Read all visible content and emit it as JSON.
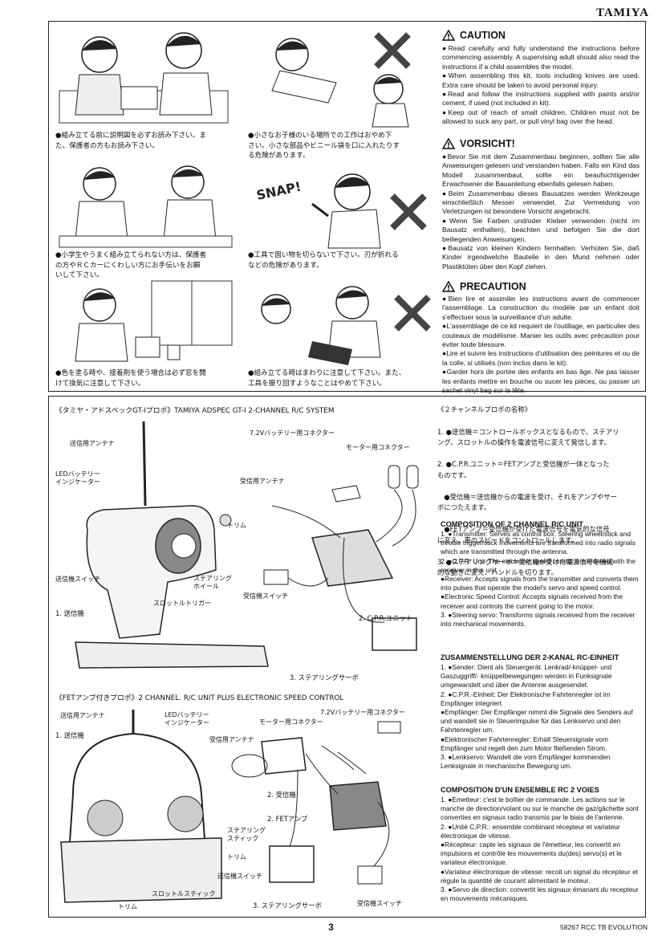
{
  "brand": "TAMIYA",
  "captions_jp": [
    "●組み立てる前に説明図を必ずお読み下さい。ま\nた、保護者の方もお読み下さい。",
    "●小さなお子様のいる場所での工作はおやめ下\nさい。小さな部品やビニール袋を口に入れたりす\nる危険があります。",
    "●小学生やうまく組み立てられない方は、保護者\nの方やＲＣカーにくわしい方にお手伝いをお願\nいして下さい。",
    "●工具で固い物を切らないで下さい。刃が折れる\nなどの危険があります。",
    "●色を塗る時や、接着剤を使う場合は必ず窓を開\nけて換気に注意して下さい。",
    "●組み立てる時はまわりに注意して下さい。また、\n工具を振り回すようなことはやめて下さい。"
  ],
  "snap": "SNAP!",
  "warnings": [
    {
      "title": "CAUTION",
      "items": [
        "Read carefully and fully understand the instructions before commencing assembly. A supervising adult should also read the instructions if a child assembles the model.",
        "When assembling this kit, tools including knives are used. Extra care should be taken to avoid personal injury.",
        "Read and follow the instructions supplied with paints and/or cement, if used (not included in kit).",
        "Keep out of reach of small children. Children must not be allowed to suck any part, or pull vinyl bag over the head."
      ]
    },
    {
      "title": "VORSICHT!",
      "items": [
        "Bevor Sie mit dem Zusammenbau beginnen, sollten Sie alle Anweisungen gelesen und verstanden haben. Falls ein Kind das Modell zusammenbaut, sollte ein beaufsichtigender Erwachsener die Bauanleitung ebenfalls gelesen haben.",
        "Beim Zusammenbau dieses Bausatzes werden Werkzeuge einschließlich Messer verwendet. Zur Vermeidung von Verletzungen ist besondere Vorsicht angebracht.",
        "Wenn Sie Farben und/oder Kleber verwenden (nicht im Bausatz enthalten), beachten und befolgen Sie die dort beiliegenden Anweisungen.",
        "Bausatz von kleinen Kindern fernhalten. Verhüten Sie, daß Kinder irgendwelche Bauteile in den Mund nehmen oder Plastiktüten über den Kopf ziehen."
      ]
    },
    {
      "title": "PRECAUTION",
      "items": [
        "Bien lire et assimiler les instructions avant de commencer l'assemblage. La construction du modèle par un enfant doit s'effectuer sous la surveillance d'un adulte.",
        "L'assemblage de ce kit requiert de l'outillage, en particulier des couteaux de modélisme. Manier les outils avec précaution pour éviter toute blessure.",
        "Lire et suivre les instructions d'utilisation des peintures et ou de la colle, si utilisés (non inclus dans le kit).",
        "Garder hors de portée des enfants en bas âge. Ne pas laisser les enfants mettre en bouche ou sucer les pièces, ou passer un sachet vinyl bag sur la tête."
      ]
    }
  ],
  "system1": {
    "title": "《タミヤ・アドスペックGT-Iプロポ》TAMIYA ADSPEC GT-I 2-CHANNEL R/C SYSTEM",
    "labels": {
      "antenna_tx": "送信用アンテナ",
      "led": "LEDバッテリー\nインジケーター",
      "trim": "トリム",
      "tx_switch": "送信機スイッチ",
      "steering_wheel": "ステアリング\nホイール",
      "throttle_trigger": "スロットルトリガー",
      "transmitter": "1. 送信機",
      "battery_connector": "7.2Vバッテリー用コネクター",
      "motor_connector": "モーター用コネクター",
      "rx_antenna": "受信用アンテナ",
      "rx_switch": "受信機スイッチ",
      "cpr_unit": "2. C.P.R.ユニット",
      "servo": "3. ステアリングサーボ"
    }
  },
  "system2": {
    "title": "《FETアンプ付きプロポ》2 CHANNEL. R/C UNIT PLUS ELECTRONIC SPEED CONTROL",
    "labels": {
      "antenna_tx": "送信用アンテナ",
      "led": "LEDバッテリー\nインジケーター",
      "transmitter": "1. 送信機",
      "motor_connector": "モーター用コネクター",
      "battery_connector": "7.2Vバッテリー用コネクター",
      "rx_antenna": "受信用アンテナ",
      "receiver": "2. 受信機",
      "fet": "2. FETアンプ",
      "steering_stick": "ステアリング\nスティック",
      "trim1": "トリム",
      "tx_switch": "送信機スイッチ",
      "throttle_stick": "スロットルスティック",
      "trim2": "トリム",
      "servo": "3. ステアリングサーボ",
      "rx_switch": "受信機スイッチ"
    }
  },
  "names_jp": {
    "title": "《２チャンネルプロポの名称》",
    "items": [
      "1. ●送信機＝コントロールボックスとなるもので、ステアリ\nング、スロットルの操作を電波信号に変えて発信します。",
      "2. ●C.P.R.ユニット＝FETアンプと受信機が一体となった\nものです。",
      "　●受信機＝送信機からの電波を受け、それをアンプやサー\nボにつたえます。",
      "　●FETアンプ＝受信機が受けた電波信号を電気的な信号\nに変え、車のスピードをコントロールします。",
      "3. ●ステアリングサーボ＝受信機が受けた電波信号を機械\n的な動きに変え、ハンドルを切ります。"
    ]
  },
  "composition_en": {
    "title": "COMPOSITION OF 2 CHANNEL R/C UNIT",
    "items": [
      "1. ●Transmitter: Serves as control box. Steering wheel/stick and throttle trigger/stick movements are transformed into radio signals which are transmitted through the antenna.",
      "2. ●C.P.R. Unit: The electronic speed control is combined with the receiver in this unit.",
      "●Receiver: Accepts signals from the transmitter and converts them into pulses that operate the model's servo and speed control.",
      "●Electronic Speed Control: Accepts signals received from the receiver and controls the current going to the motor.",
      "3. ●Steering servo: Transforms signals received from the receiver into mechanical movements."
    ]
  },
  "composition_de": {
    "title": "ZUSAMMENSTELLUNG DER 2-KANAL RC-EINHEIT",
    "items": [
      "1. ●Sender: Dient als Steuergerät. Lenkrad/-knüppel- und Gaszuggriff/- knüppelbewegungen werden in Funksignale umgewandelt und über die Antenne ausgesendet.",
      "2. ●C.P.R.-Einheit: Der Elektronische Fahrtenregler ist im Empfänger integriert.",
      "●Empfänger: Der Empfänger nimmt die Signale des Senders auf und wandelt sie in Steuerimpulse für das Lenkservo und den Fahrtenregler um.",
      "●Elektronischer Fahrtenregler: Erhält Steuersignale vom Empfänger und regelt den zum Motor fließenden Strom.",
      "3. ●Lenkservo: Wandelt die vom Empfänger kommenden Lenksignale in mechanische Bewegung um."
    ]
  },
  "composition_fr": {
    "title": "COMPOSITION D'UN ENSEMBLE RC 2 VOIES",
    "items": [
      "1. ●Emetteur: c'est le boîtier de commande. Les actions sur le manche de direction/volant ou sur le manche de gaz/gâchette sont converties en signaux radio transmis par le biais de l'antenne.",
      "2. ●Unité C.P.R.: ensemble combinant récepteur et variateur électronique de vitesse.",
      "●Récepteur: capte les signaux de l'émetteur, les convertit en impulsions et contrôle les mouvements du(des) servo(s) et le variateur électronique.",
      "●Variateur électronique de vitesse: recoit un signal du récepteur et régule la quantité de courant alimentant le moteur.",
      "3. ●Servo de direction: convertit les signaux émanant du recepteur en mouvements mécaniques."
    ]
  },
  "page_number": "3",
  "footer": "58267 RCC TB EVOLUTION"
}
